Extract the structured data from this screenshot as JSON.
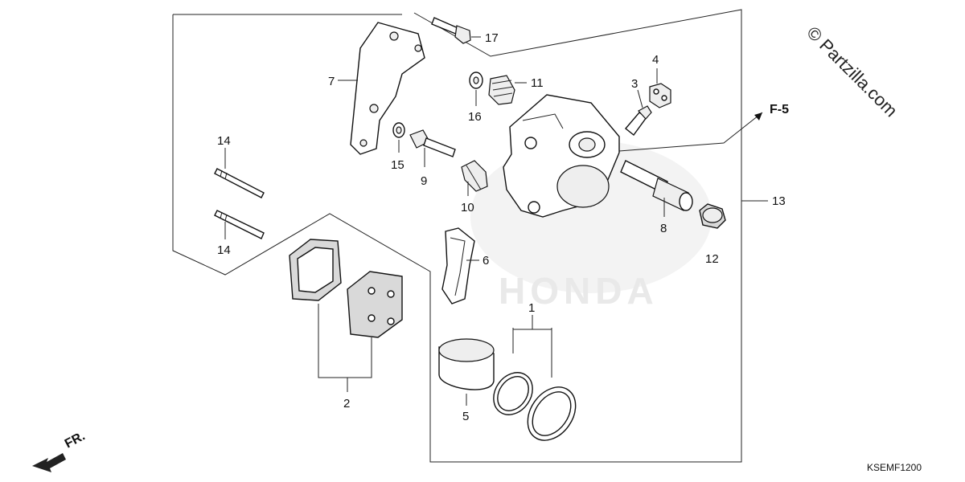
{
  "diagram": {
    "callouts": {
      "p1": "1",
      "p2": "2",
      "p3": "3",
      "p4": "4",
      "p5": "5",
      "p6": "6",
      "p7": "7",
      "p8": "8",
      "p9": "9",
      "p10": "10",
      "p11": "11",
      "p12": "12",
      "p13": "13",
      "p14a": "14",
      "p14b": "14",
      "p15": "15",
      "p16": "16",
      "p17": "17"
    },
    "reference_label": "F-5",
    "diagram_code": "KSEMF1200",
    "front_indicator": "FR.",
    "background_mark": "HONDA",
    "watermark": "© Partzilla.com"
  }
}
